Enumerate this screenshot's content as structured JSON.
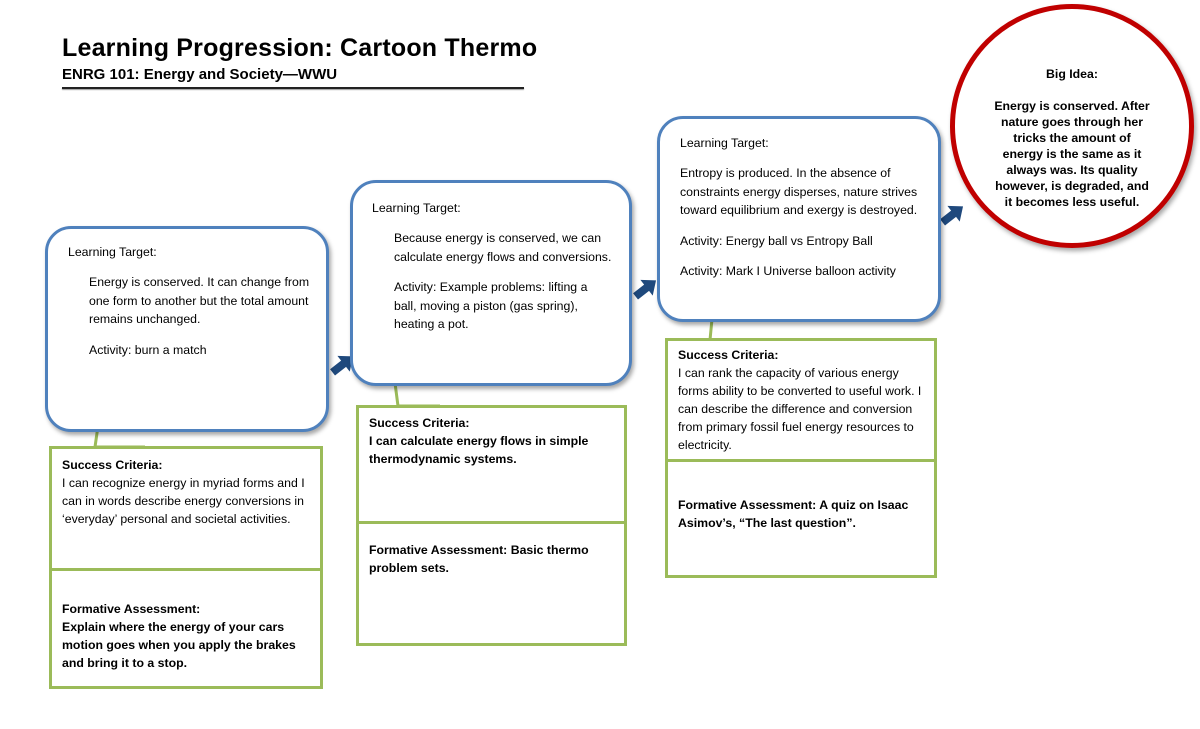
{
  "header": {
    "title": "Learning Progression: Cartoon Thermo",
    "subtitle": "ENRG 101: Energy and Society—WWU"
  },
  "colors": {
    "target_border": "#4f81bd",
    "criteria_border": "#9bbb59",
    "big_idea_border": "#c00000",
    "arrow": "#1f497d"
  },
  "stages": [
    {
      "target_label": "Learning Target:",
      "target_text": "Energy is conserved. It can change from one form to another but the total amount remains unchanged.",
      "activities": [
        "Activity: burn a match"
      ],
      "success_label": "Success Criteria:",
      "success_text": "I can recognize energy in myriad forms and I can in words describe energy conversions in ‘everyday’ personal and societal activities.",
      "formative_label": "Formative Assessment:",
      "formative_text": "Explain where the energy of your cars motion goes when you apply the brakes and bring it to a stop."
    },
    {
      "target_label": "Learning Target:",
      "target_text": "Because energy is conserved, we can calculate energy flows and conversions.",
      "activities": [
        "Activity: Example problems: lifting a ball, moving a piston (gas spring), heating a pot."
      ],
      "success_label": "Success Criteria:",
      "success_text": "I can calculate energy flows in simple thermodynamic systems.",
      "formative_text": "Formative Assessment: Basic thermo problem sets."
    },
    {
      "target_label": "Learning Target:",
      "target_text": "Entropy is produced. In the absence of constraints energy disperses, nature strives toward equilibrium and exergy is destroyed.",
      "activities": [
        "Activity: Energy ball vs Entropy Ball",
        "Activity: Mark I Universe balloon activity"
      ],
      "success_label": "Success Criteria:",
      "success_text": "I can rank the capacity of various energy forms ability to be converted to useful work. I can describe the difference and conversion from primary fossil fuel energy resources to electricity.",
      "formative_text": "Formative Assessment: A quiz on Isaac Asimov’s, “The last question”."
    }
  ],
  "big_idea": {
    "label": "Big Idea:",
    "text": "Energy is conserved. After nature goes through her tricks the amount of energy is the same as it always was. Its quality however, is degraded, and it becomes less useful."
  }
}
